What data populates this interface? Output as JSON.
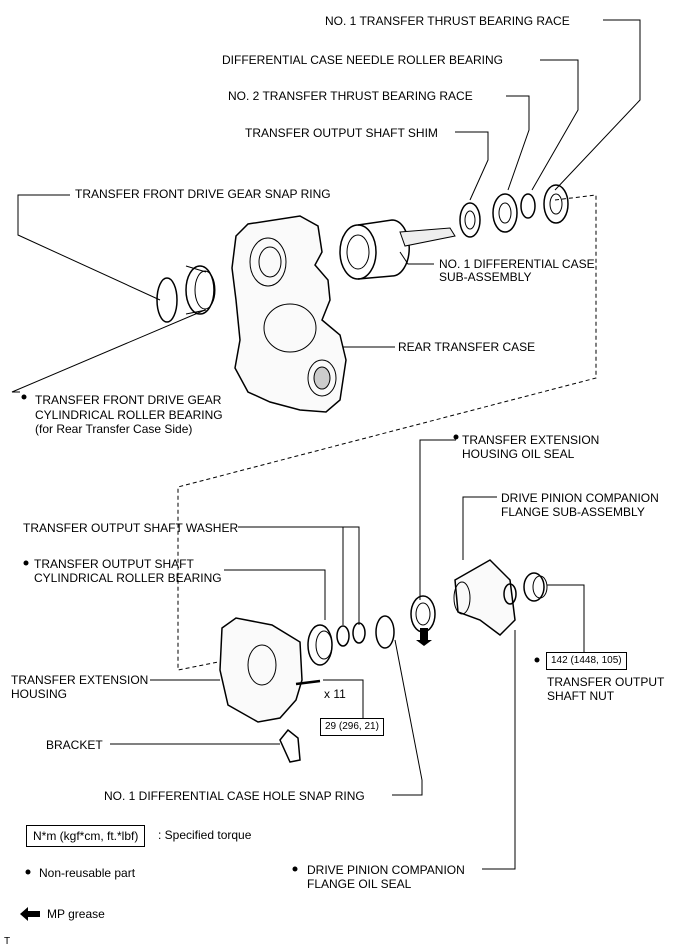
{
  "labels": {
    "thrust_race_1": "NO. 1 TRANSFER THRUST BEARING RACE",
    "needle_bearing": "DIFFERENTIAL CASE NEEDLE ROLLER BEARING",
    "thrust_race_2": "NO. 2 TRANSFER THRUST BEARING RACE",
    "output_shim": "TRANSFER OUTPUT SHAFT SHIM",
    "front_drive_snap_ring": "TRANSFER FRONT DRIVE GEAR SNAP RING",
    "diff_case_l1": "NO. 1 DIFFERENTIAL CASE",
    "diff_case_l2": "SUB-ASSEMBLY",
    "rear_case": "REAR TRANSFER CASE",
    "front_drive_bearing_l1": "TRANSFER FRONT DRIVE GEAR",
    "front_drive_bearing_l2": "CYLINDRICAL ROLLER BEARING",
    "front_drive_bearing_l3": "(for Rear Transfer Case Side)",
    "ext_oil_seal_l1": "TRANSFER EXTENSION",
    "ext_oil_seal_l2": "HOUSING OIL SEAL",
    "companion_flange_l1": "DRIVE PINION COMPANION",
    "companion_flange_l2": "FLANGE SUB-ASSEMBLY",
    "output_washer": "TRANSFER OUTPUT SHAFT WASHER",
    "output_bearing_l1": "TRANSFER OUTPUT SHAFT",
    "output_bearing_l2": "CYLINDRICAL ROLLER BEARING",
    "ext_housing_l1": "TRANSFER EXTENSION",
    "ext_housing_l2": "HOUSING",
    "qty_x11": "x 11",
    "torque_bolt": "29 (296, 21)",
    "torque_nut": "142 (1448, 105)",
    "output_nut_l1": "TRANSFER OUTPUT",
    "output_nut_l2": "SHAFT NUT",
    "bracket": "BRACKET",
    "hole_snap_ring": "NO. 1 DIFFERENTIAL CASE HOLE SNAP RING",
    "flange_oil_seal_l1": "DRIVE PINION COMPANION",
    "flange_oil_seal_l2": "FLANGE OIL SEAL"
  },
  "legend": {
    "torque_box": "N*m (kgf*cm, ft.*lbf)",
    "torque_desc": ": Specified torque",
    "nonreusable_desc": "Non-reusable part",
    "grease_desc": "MP grease"
  },
  "corner_mark": "T",
  "colors": {
    "ink": "#000000",
    "paper": "#ffffff",
    "shade": "#d9d9d9"
  },
  "icons": {
    "bullet": "filled-circle",
    "grease": "arrow-left-filled"
  }
}
